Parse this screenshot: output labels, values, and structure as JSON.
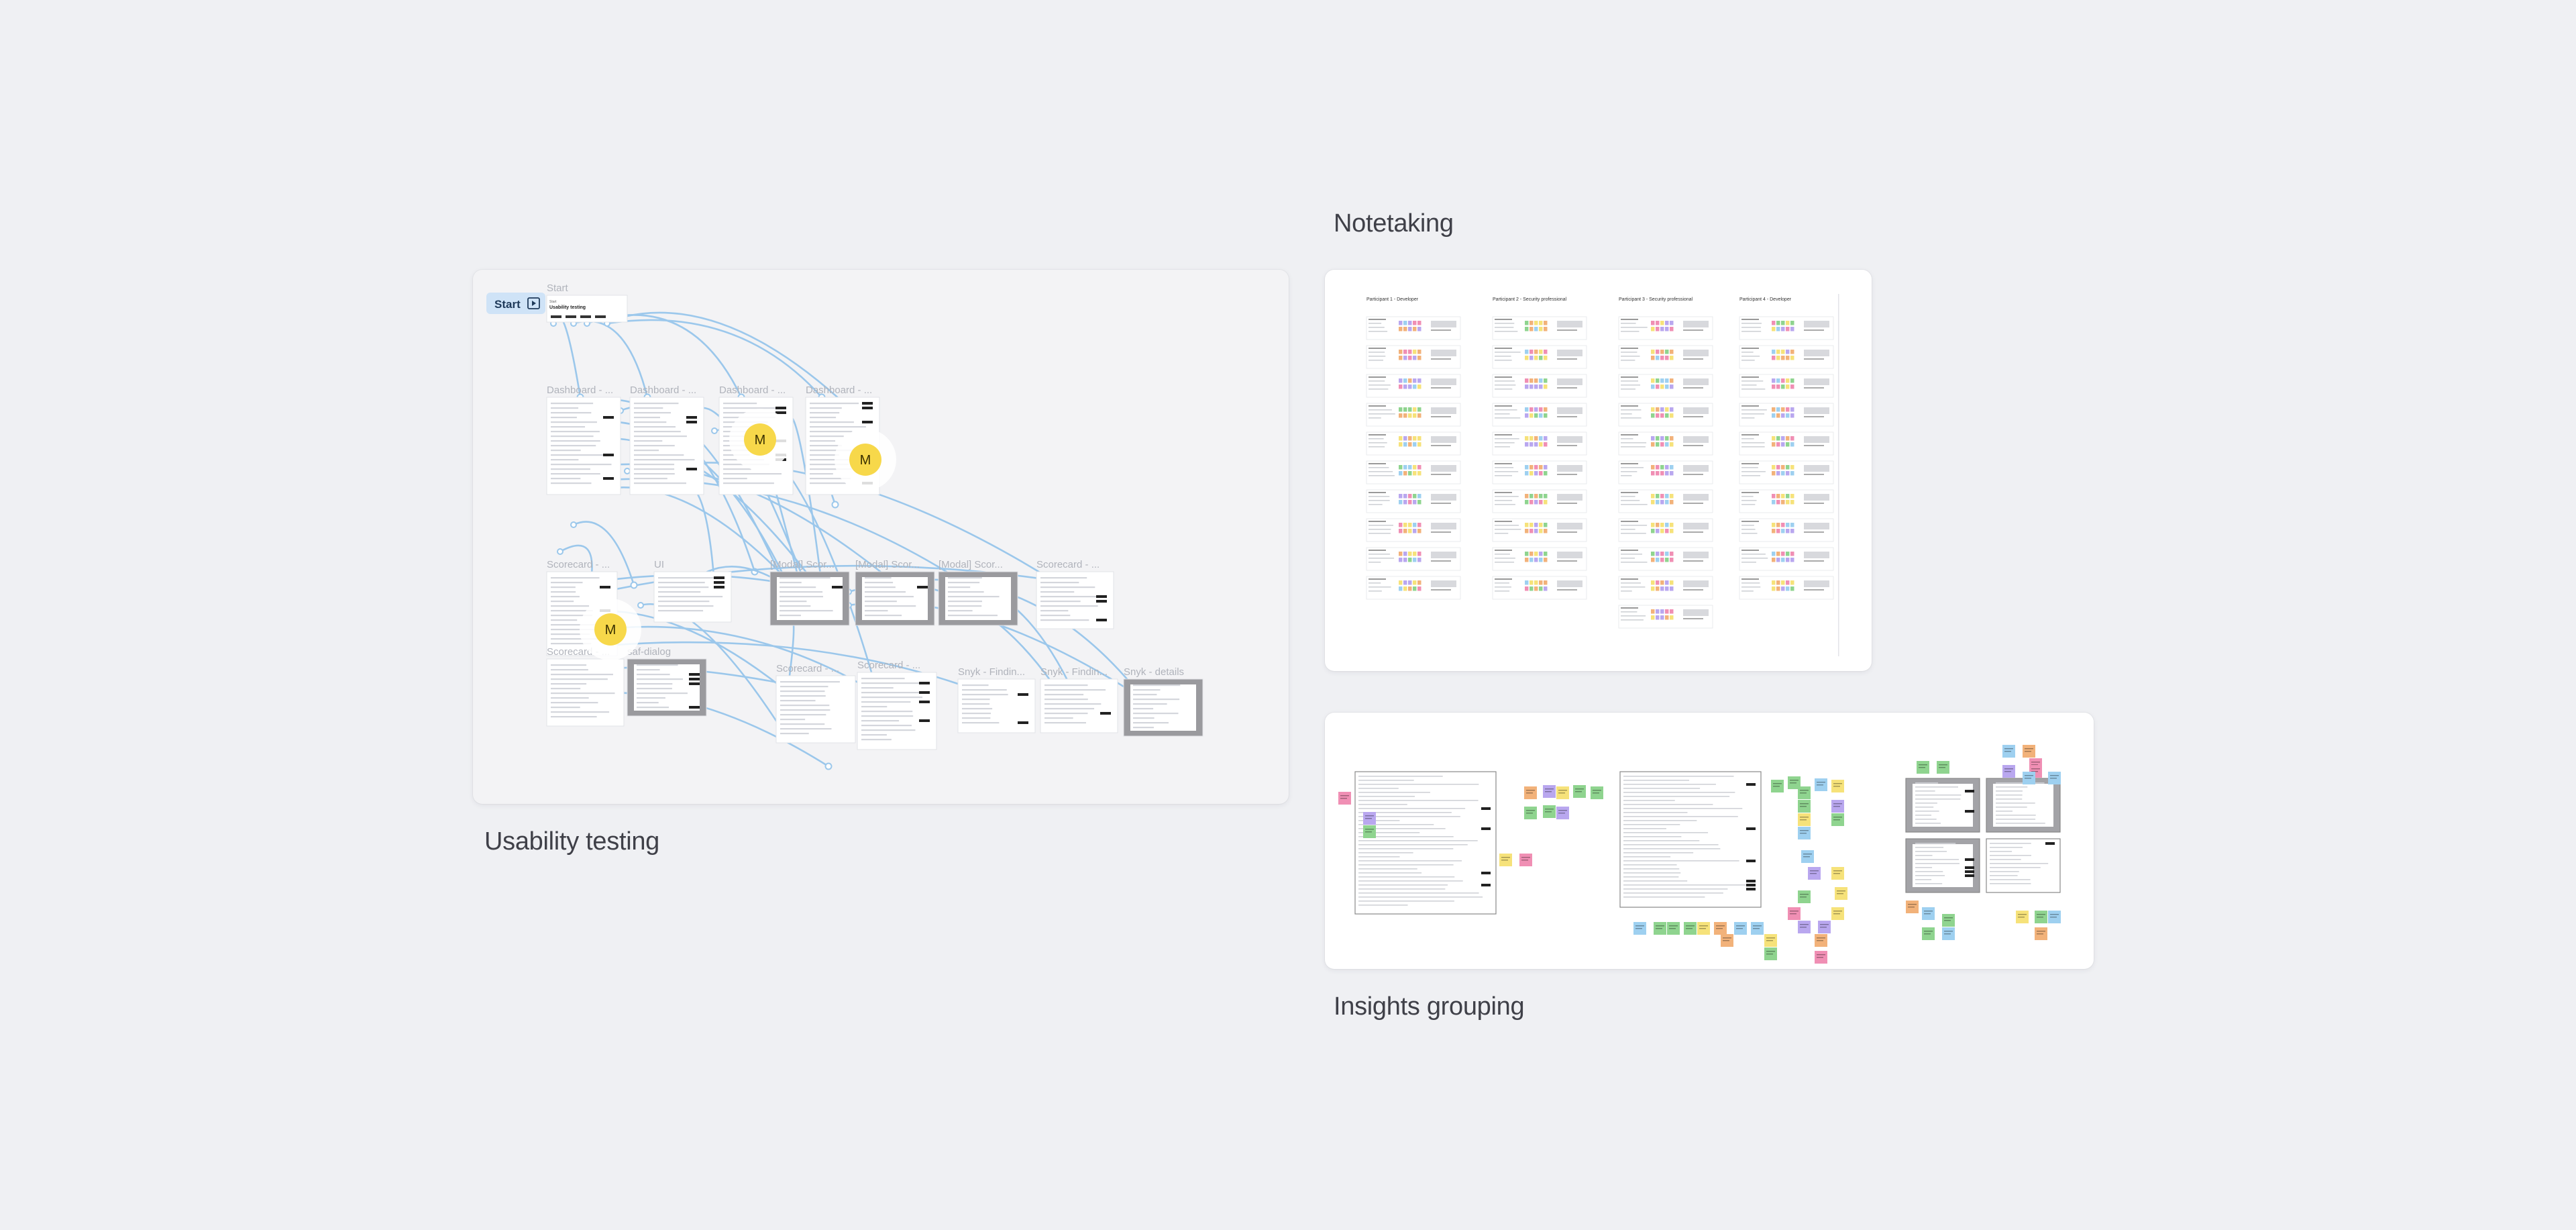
{
  "canvas": {
    "background": "#eff0f3",
    "frame_bg": "#ffffff"
  },
  "usability_testing": {
    "caption": "Usability testing",
    "start_chip": {
      "label": "Start",
      "icon": "flow-start-icon"
    },
    "start_card": {
      "heading": "Start",
      "title": "Usability testing"
    },
    "screens": [
      "Start",
      "Dashboard - ...",
      "Dashboard - ...",
      "Dashboard - ...",
      "Dashboard - ...",
      "Scorecard - ...",
      "UI",
      "[Modal] Scor...",
      "[Modal] Scor...",
      "[Modal] Scor...",
      "Scorecard - ...",
      "Scorecard - ...",
      "saf-dialog",
      "Scorecard - ...",
      "Scorecard - ...",
      "Snyk - Findin...",
      "Snyk - Findin...",
      "Snyk - details"
    ],
    "avatars": [
      "M",
      "M",
      "M"
    ],
    "colors": {
      "connector": "#8cc0ea",
      "avatar": "#f7d84a",
      "chip": "#cfe3f7"
    }
  },
  "notetaking": {
    "caption": "Notetaking",
    "participants": [
      "Participant 1 - Developer",
      "Participant 2 - Security professional",
      "Participant 3 - Security professional",
      "Participant 4 - Developer"
    ]
  },
  "insights_grouping": {
    "caption": "Insights grouping"
  },
  "sticky_colors": [
    "#f6e27a",
    "#f2b27a",
    "#8fd48f",
    "#9ed0f0",
    "#b9a7ef",
    "#f08fb4"
  ]
}
